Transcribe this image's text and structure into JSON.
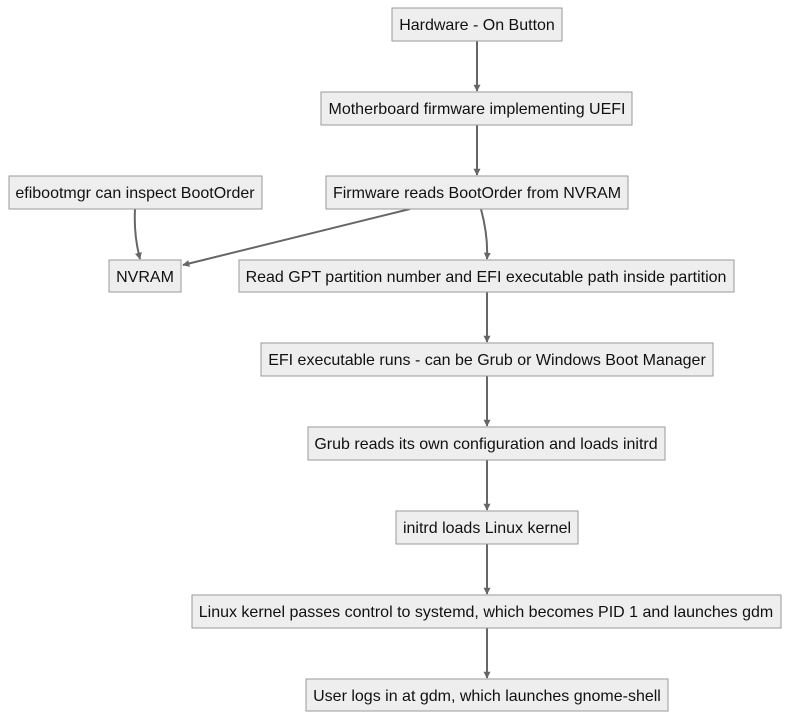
{
  "diagram": {
    "nodes": {
      "on_button": "Hardware - On Button",
      "uefi": "Motherboard firmware implementing UEFI",
      "efibootmgr": "efibootmgr can inspect BootOrder",
      "reads_bootorder": "Firmware reads BootOrder from NVRAM",
      "nvram": "NVRAM",
      "gpt": "Read GPT partition number and EFI executable path inside partition",
      "efi_exec": "EFI executable runs - can be Grub or Windows Boot Manager",
      "grub": "Grub reads its own configuration and loads initrd",
      "initrd": "initrd loads Linux kernel",
      "kernel": "Linux kernel passes control to systemd, which becomes PID 1 and launches gdm",
      "gdm": "User logs in at gdm, which launches gnome-shell"
    },
    "edges": [
      {
        "from": "on_button",
        "to": "uefi"
      },
      {
        "from": "uefi",
        "to": "reads_bootorder"
      },
      {
        "from": "efibootmgr",
        "to": "nvram"
      },
      {
        "from": "reads_bootorder",
        "to": "nvram"
      },
      {
        "from": "reads_bootorder",
        "to": "gpt"
      },
      {
        "from": "gpt",
        "to": "efi_exec"
      },
      {
        "from": "efi_exec",
        "to": "grub"
      },
      {
        "from": "grub",
        "to": "initrd"
      },
      {
        "from": "initrd",
        "to": "kernel"
      },
      {
        "from": "kernel",
        "to": "gdm"
      }
    ]
  }
}
